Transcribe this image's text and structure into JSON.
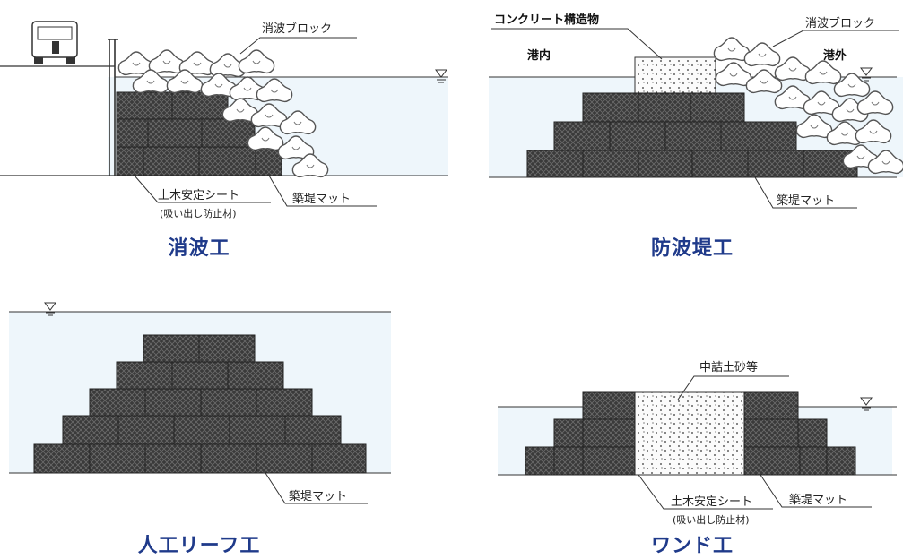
{
  "panel_shoha": {
    "caption": "消波工",
    "label_block": "消波ブロック",
    "label_sheet": "土木安定シート",
    "label_sheet_sub": "(吸い出し防止材)",
    "label_mat": "築堤マット"
  },
  "panel_bohatei": {
    "caption": "防波堤工",
    "label_concrete": "コンクリート構造物",
    "label_inner": "港内",
    "label_outer": "港外",
    "label_block": "消波ブロック",
    "label_mat": "築堤マット"
  },
  "panel_reef": {
    "caption": "人工リーフ工",
    "label_mat": "築堤マット"
  },
  "panel_wand": {
    "caption": "ワンド工",
    "label_fill": "中詰土砂等",
    "label_sheet": "土木安定シート",
    "label_sheet_sub": "(吸い出し防止材)",
    "label_mat": "築堤マット"
  },
  "colors": {
    "water": "#eef6fb",
    "mat": "#3a3a3a",
    "caption": "#1f3a8a"
  }
}
